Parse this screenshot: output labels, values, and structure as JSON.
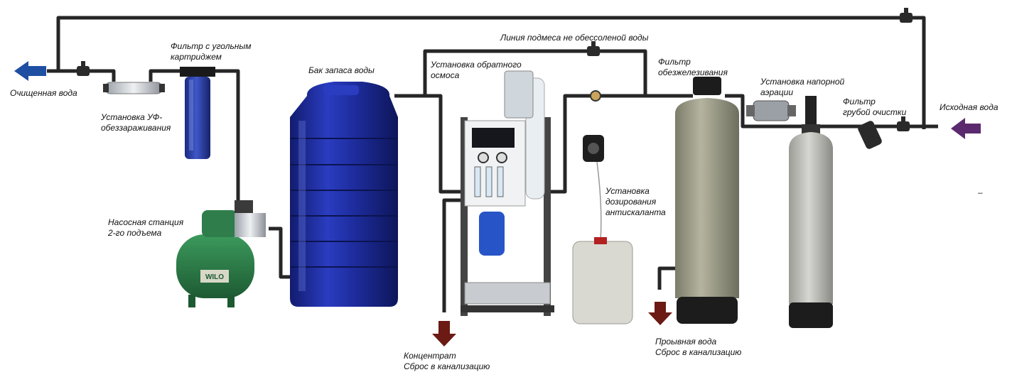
{
  "labels": {
    "purified_water": "Очищенная вода",
    "carbon_filter": [
      "Фильтр с угольным",
      "картриджем"
    ],
    "uv_unit": [
      "Установка УФ-",
      "обеззараживания"
    ],
    "storage_tank": "Бак запаса воды",
    "ro_unit": [
      "Установка обратного",
      "осмоса"
    ],
    "bypass_line": "Линия подмеса не обессоленой воды",
    "iron_filter": [
      "Фильтр",
      "обезжелезивания"
    ],
    "aeration_unit": [
      "Установка напорной",
      "аэрации"
    ],
    "coarse_filter": [
      "Фильтр",
      "грубой очистки"
    ],
    "source_water": "Исходная вода",
    "pump_station": [
      "Насосная станция",
      "2-го подъема"
    ],
    "dosing_unit": [
      "Установка",
      "дозирования",
      "антискаланта"
    ],
    "concentrate": [
      "Концентрат",
      "Сброс в канализацию"
    ],
    "backwash": [
      "Проывная вода",
      "Сброс в канализацию"
    ],
    "pump_brand": "WILO",
    "stray_mark": "–"
  },
  "colors": {
    "pipe": "#262626",
    "outlet_arrow": "#1f4fa3",
    "inlet_arrow": "#5b2a6e",
    "drain_arrow": "#6b1a14",
    "tank": "#1f2e9e",
    "carbon_housing": "#2c3fa0",
    "pump": "#2e7d4a",
    "filter_tank": "#9a9a86",
    "filter_base": "#1c1c1c"
  }
}
